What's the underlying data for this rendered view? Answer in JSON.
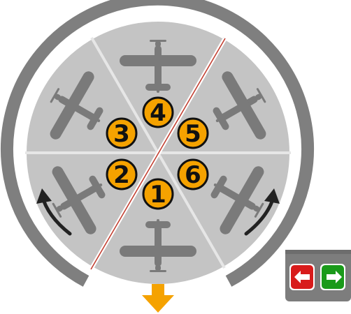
{
  "colors": {
    "ring": "#7f7f7f",
    "disc": "#c4c4c4",
    "divider": "#e6e6e6",
    "plane": "#7a7a7a",
    "badge_fill": "#f5a200",
    "badge_stroke": "#111111",
    "out_arrow": "#f5a200",
    "curve_arrow": "#222222",
    "line_red": "#c0392b",
    "panel": "#7d7d7d",
    "left_button": "#d81b1b",
    "right_button": "#1a9a1a"
  },
  "badges": [
    {
      "label": "1",
      "icon": "orange-circle"
    },
    {
      "label": "2",
      "icon": "orange-circle"
    },
    {
      "label": "3",
      "icon": "orange-circle"
    },
    {
      "label": "4",
      "icon": "orange-circle"
    },
    {
      "label": "5",
      "icon": "orange-circle"
    },
    {
      "label": "6",
      "icon": "orange-circle"
    }
  ],
  "controls": {
    "left_icon": "arrow-left-icon",
    "right_icon": "arrow-right-icon"
  }
}
